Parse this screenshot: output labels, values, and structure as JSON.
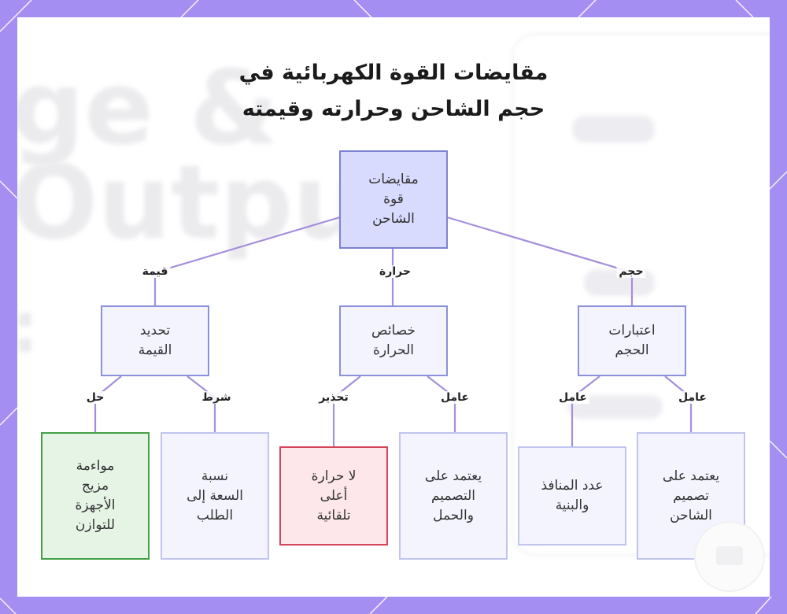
{
  "title": {
    "line1": "مقايضات القوة الكهربائية في",
    "line2": "حجم الشاحن وحرارته وقيمته"
  },
  "colors": {
    "frame": "#a48ef2",
    "edge": "#a58fdc",
    "root_fill": "#d8dbfd",
    "node_fill": "#f3f4fe",
    "green_fill": "#e6f4e6",
    "green_border": "#42a046",
    "red_fill": "#fde7ea",
    "red_border": "#d5455c"
  },
  "nodes": {
    "root": "مقايضات\nقوة\nالشاحن",
    "size": "اعتبارات\nالحجم",
    "heat": "خصائص\nالحرارة",
    "value": "تحديد\nالقيمة",
    "size_a": "يعتمد على\nتصميم\nالشاحن",
    "size_b": "عدد المنافذ\nوالبنية",
    "heat_a": "يعتمد على\nالتصميم\nوالحمل",
    "heat_b": "لا حرارة\nأعلى\nتلقائية",
    "value_a": "نسبة\nالسعة إلى\nالطلب",
    "value_b": "مواءمة\nمزيج\nالأجهزة\nللتوازن"
  },
  "edge_labels": {
    "root_size": "حجم",
    "root_heat": "حرارة",
    "root_value": "قيمة",
    "size_a": "عامل",
    "size_b": "عامل",
    "heat_a": "عامل",
    "heat_b": "تحذير",
    "value_a": "شرط",
    "value_b": "حل"
  }
}
